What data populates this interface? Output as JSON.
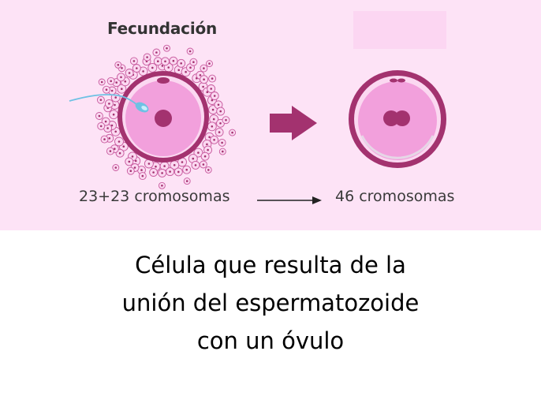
{
  "diagram": {
    "title": "Fecundación",
    "left_label": "23+23 cromosomas",
    "right_label": "46 cromosomas"
  },
  "caption": {
    "lines": [
      "Célula que resulta de la",
      "unión del espermatozoide",
      "con un óvulo"
    ]
  },
  "colors": {
    "panel_bg": "#fde3f6",
    "membrane": "#a3326f",
    "cytoplasm": "#f2a0dc",
    "nucleus": "#a3326f",
    "arrow_fill": "#a3326f",
    "sperm": "#6ec1e4"
  }
}
